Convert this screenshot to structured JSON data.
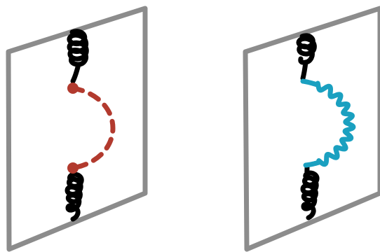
{
  "colors": {
    "plane_border": "#8c8c8c",
    "coil": "#000000",
    "dashed_link": "#b23a2e",
    "wavy_link": "#1aa0c0",
    "background": "#ffffff"
  },
  "panels": [
    {
      "id": "left",
      "plane": "drawn-sheet",
      "top_element": "coil",
      "bottom_element": "coil",
      "connector": "dashed-arc",
      "endpoint_marker": "dot"
    },
    {
      "id": "right",
      "plane": "drawn-sheet",
      "top_element": "coil",
      "bottom_element": "coil",
      "connector": "wavy-arc",
      "endpoint_marker": "none"
    }
  ]
}
